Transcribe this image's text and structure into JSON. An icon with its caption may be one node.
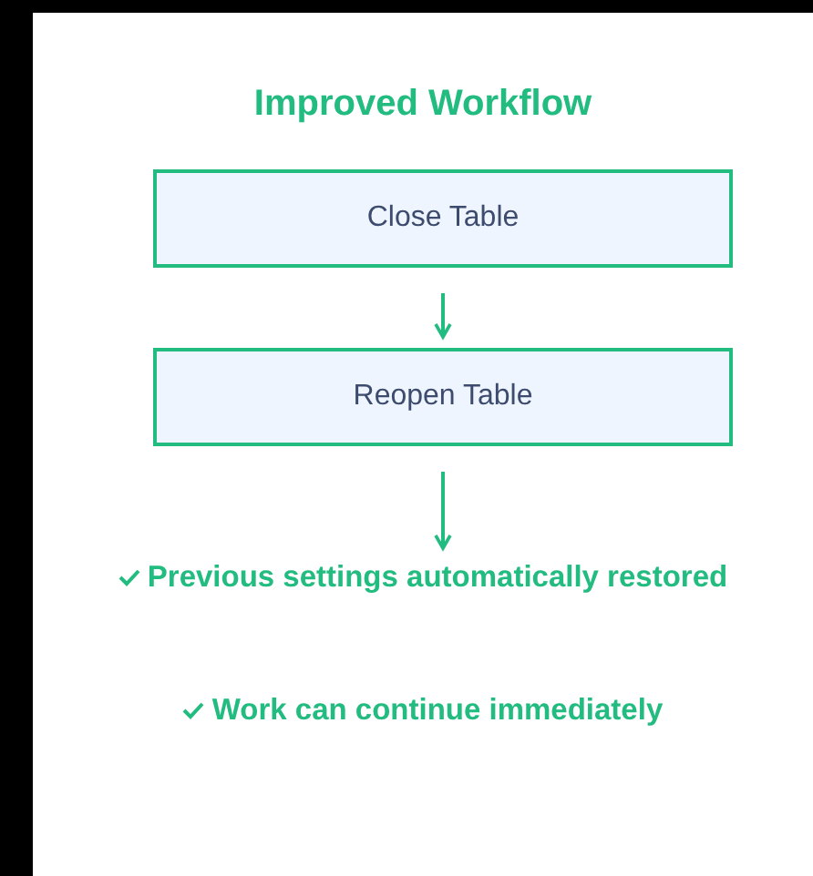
{
  "diagram": {
    "title": "Improved Workflow",
    "nodes": [
      {
        "text": [
          "Close Table"
        ]
      },
      {
        "text": [
          "Reopen Table"
        ]
      },
      {
        "text": [
          "Previous settings automatically restored"
        ]
      }
    ],
    "edges": [
      {
        "from": 0,
        "to": 1,
        "arrow": "to"
      },
      {
        "from": 1,
        "to": 2,
        "arrow": "to"
      }
    ],
    "labels": [
      "Work can continue immediately"
    ]
  }
}
